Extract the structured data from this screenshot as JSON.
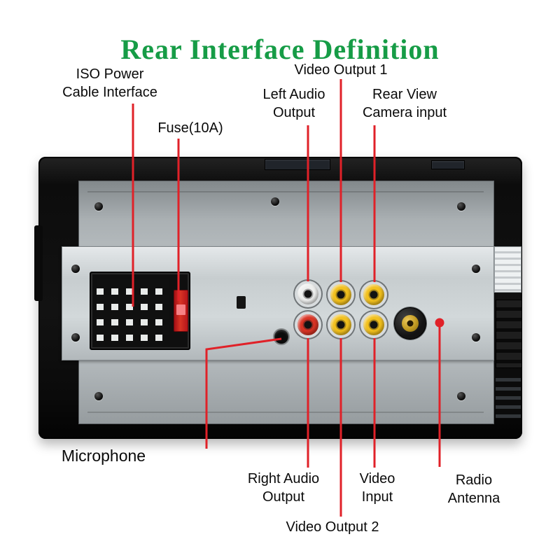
{
  "title": "Rear Interface Definition",
  "labels": {
    "iso_power": "ISO Power\nCable Interface",
    "fuse": "Fuse(10A)",
    "video_output_1": "Video Output 1",
    "left_audio": "Left Audio\nOutput",
    "rear_view_camera": "Rear View\nCamera input",
    "microphone": "Microphone",
    "right_audio": "Right Audio\nOutput",
    "video_input": "Video\nInput",
    "video_output_2": "Video Output 2",
    "radio_antenna": "Radio Antenna"
  },
  "colors": {
    "title-green": "#169c46",
    "pointer-red": "#e02128",
    "rca-yellow": "#f2c01d",
    "rca-red": "#d93425",
    "rca-white": "#eeefee",
    "antenna-brass": "#c09a22"
  }
}
